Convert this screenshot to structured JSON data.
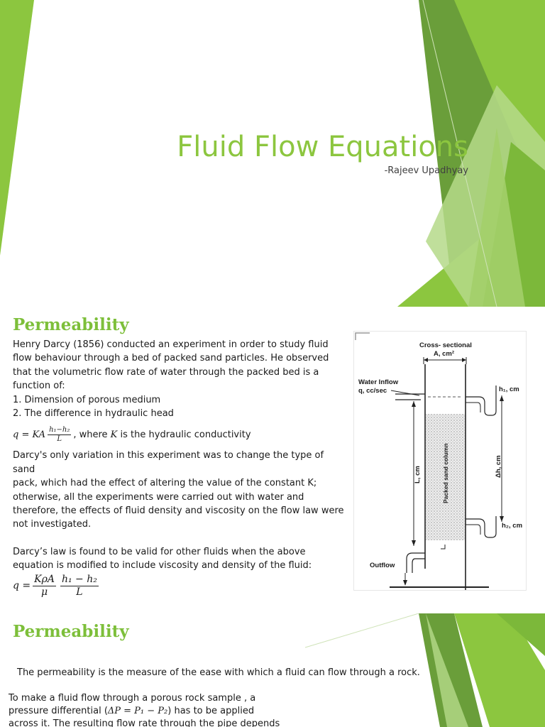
{
  "slide1": {
    "title": "Fluid Flow Equations",
    "subtitle": "-Rajeev Upadhyay",
    "accent_color": "#8cc63f"
  },
  "slide2": {
    "heading": "Permeability",
    "para1_line1": "Henry Darcy (1856) conducted an experiment in order to study fluid",
    "para1_line2": "flow behaviour through a bed of packed sand particles. He observed",
    "para1_line3": "that the volumetric flow rate of water through the packed bed is a",
    "para1_line4": "function of:",
    "list_item1": "1.  Dimension of porous medium",
    "list_item2": "2.  The difference in hydraulic head",
    "eq1_lhs": "q = KA",
    "eq1_num": "h₁−h₂",
    "eq1_den": "L",
    "eq1_text_a": ", where ",
    "eq1_K": "K",
    "eq1_text_b": " is the hydraulic conductivity",
    "para2_line1": "Darcy's only variation in this experiment was to change the type of sand",
    "para2_line2": "pack, which had the effect of altering the value of the constant K;",
    "para2_line3": "otherwise, all the experiments were carried out with water and",
    "para2_line4": "therefore, the effects of fluid density and viscosity on the flow law were",
    "para2_line5": "not investigated.",
    "para3_line1": "Darcy’s law is found to be valid for other fluids when the above",
    "para3_line2": "equation is modified to include viscosity and density of the fluid:",
    "eq2_lhs": "q =",
    "eq2_num1": "KρA",
    "eq2_den1": "μ",
    "eq2_num2": "h₁ − h₂",
    "eq2_den2": "L",
    "figure": {
      "cross_section_line1": "Cross- sectional",
      "cross_section_line2": "A, cm²",
      "water_inflow_line1": "Water Inflow",
      "water_inflow_line2": "q, cc/sec",
      "h1_label": "h₁, cm",
      "h2_label": "h₂, cm",
      "delta_h_label": "Δh, cm",
      "l_label": "L, cm",
      "column_label": "Packed sand column",
      "outflow_label": "Outflow"
    }
  },
  "slide3": {
    "heading": "Permeability",
    "line1": "The permeability is the measure of the ease with which a fluid can flow through a rock.",
    "line2_a": "To make a fluid flow through a porous rock sample , a",
    "line3_a": "pressure differential (",
    "line3_math": "ΔP = P₁ − P₂",
    "line3_b": ") has to be applied",
    "line4": "across it. The resulting flow rate through the pipe depends"
  }
}
